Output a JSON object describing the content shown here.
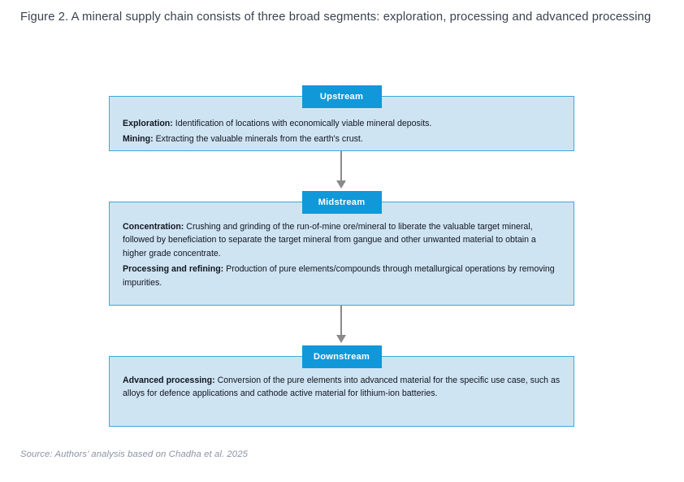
{
  "figure": {
    "title": "Figure 2. A mineral supply chain consists of three broad segments: exploration, processing and advanced processing",
    "source": "Source: Authors’ analysis based on Chadha et al. 2025"
  },
  "colors": {
    "badge_blue": "#1098d8",
    "box_fill": "#cfe4f3",
    "box_border": "#3aa9dd",
    "arrow_gray": "#8a8a8a",
    "title_text": "#3a4250",
    "source_text": "#8a93a5",
    "body_text": "#10161f"
  },
  "segments": [
    {
      "id": "upstream",
      "badge": "Upstream",
      "items": [
        {
          "term": "Exploration:",
          "text": " Identification of locations with economically viable mineral deposits."
        },
        {
          "term": "Mining:",
          "text": " Extracting the valuable minerals from the earth's crust."
        }
      ]
    },
    {
      "id": "midstream",
      "badge": "Midstream",
      "items": [
        {
          "term": "Concentration:",
          "text": " Crushing and grinding of the run-of-mine ore/mineral to liberate the valuable target mineral, followed by beneficiation to separate the target mineral from gangue and other unwanted material to obtain a higher grade concentrate."
        },
        {
          "term": "Processing and refining:",
          "text": " Production of pure elements/compounds through metallurgical operations by removing impurities."
        }
      ]
    },
    {
      "id": "downstream",
      "badge": "Downstream",
      "items": [
        {
          "term": "Advanced processing:",
          "text": " Conversion of the pure elements into advanced material for the specific use case, such as alloys for defence applications and cathode active material for lithium-ion batteries."
        }
      ]
    }
  ],
  "connectors": [
    {
      "id": "upstream-to-midstream",
      "direction": "down"
    },
    {
      "id": "midstream-to-downstream",
      "direction": "down"
    }
  ]
}
